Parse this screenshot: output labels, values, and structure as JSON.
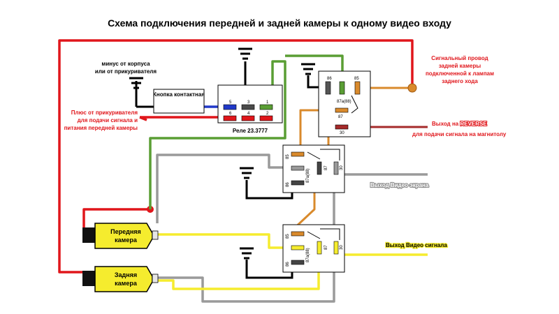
{
  "title": "Схема подключения передней и задней камеры к одному видео входу",
  "labels": {
    "ground_line1": "минус от корпуса",
    "ground_line2": "или от прикуривателя",
    "button": "Кнопка контактная",
    "plus_line1": "Плюс от прикуривателя",
    "plus_line2": "для подачи сигнала и",
    "plus_line3": "питания передней камеры",
    "relay_top": "Реле 23.3777",
    "signal_line1": "Сигнальный провод",
    "signal_line2": "задней камеры",
    "signal_line3": "подключенной к лампам",
    "signal_line4": "заднего хода",
    "reverse_line1_a": "Выход на ",
    "reverse_line1_b": "REVERSE",
    "reverse_line2": "для подачи сигнала на магнитолу",
    "screen_out": "Выход Видео экрана",
    "video_out": "Выход Видео сигнала",
    "front_cam_1": "Передняя",
    "front_cam_2": "камера",
    "rear_cam_1": "Задняя",
    "rear_cam_2": "камера"
  },
  "pins": {
    "p5": "5",
    "p3": "3",
    "p1": "1",
    "p6": "6",
    "p4": "4",
    "p2": "2",
    "p86": "86",
    "p85": "85",
    "p87a88": "87a(88)",
    "p87": "87",
    "p30": "30"
  },
  "colors": {
    "red": "#e0161b",
    "green": "#5a9e34",
    "blue": "#2139c9",
    "orange": "#d98a2c",
    "gray": "#9a9a9a",
    "yellow": "#f5ec2e",
    "darkred": "#a52a2a"
  }
}
